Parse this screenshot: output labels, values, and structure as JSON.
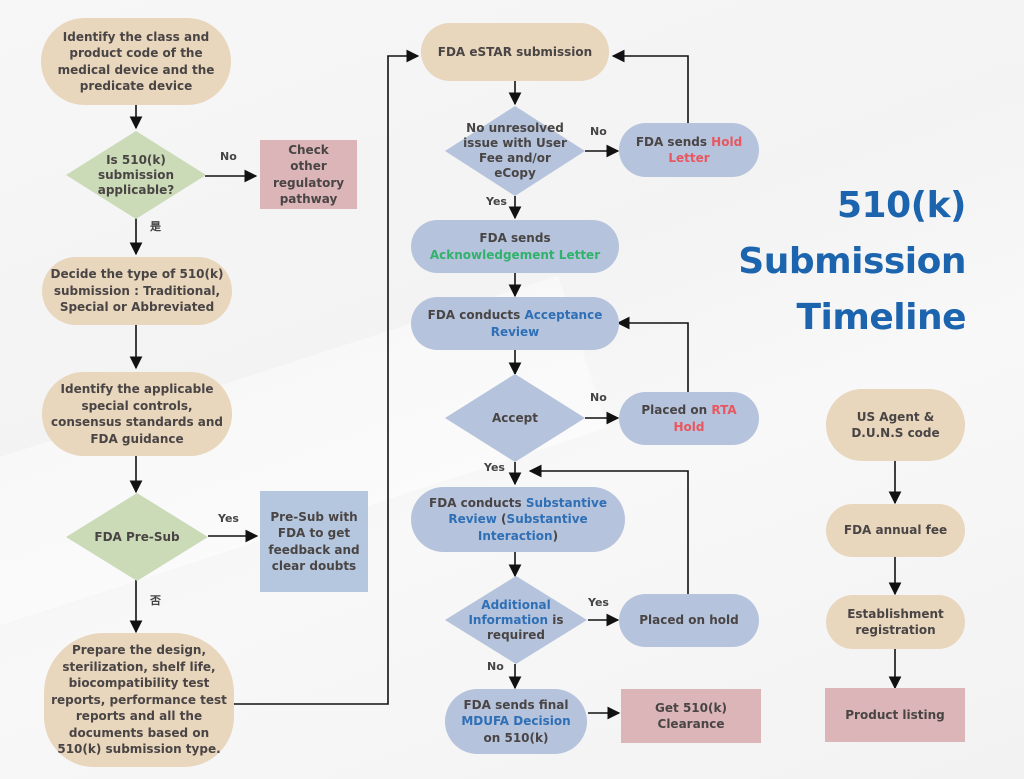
{
  "title": {
    "line1": "510(k)",
    "line2": "Submission",
    "line3": "Timeline",
    "color": "#1c64ad"
  },
  "colors": {
    "tan": "#e8d6bd",
    "blue": "#b5c3dc",
    "pink": "#dbb5b8",
    "green": "#cbdbb7",
    "highlight_red": "#e8575f",
    "highlight_green": "#2fb36a",
    "highlight_blue": "#2f6fb5"
  },
  "left_column": {
    "identify_class": "Identify the class and product code of the medical device and the predicate device",
    "is_510k_applicable": "Is 510(k) submission applicable?",
    "no_label": "No",
    "check_other": "Check other regulatory pathway",
    "yes_label_cn": "是",
    "decide_type": "Decide the type of 510(k) submission : Traditional, Special or Abbreviated",
    "identify_controls": "Identify the applicable special controls, consensus standards and FDA guidance",
    "presub_question": "FDA Pre-Sub",
    "yes_label": "Yes",
    "presub_box": "Pre-Sub with FDA to get feedback and clear doubts",
    "no_label_cn": "否",
    "prepare_docs": "Prepare the design, sterilization, shelf life, biocompatibility test reports, performance test reports and all the documents based on 510(k) submission type."
  },
  "middle_column": {
    "estar": "FDA eSTAR submission",
    "user_fee_question": "No unresolved issue with User Fee and/or eCopy",
    "no1": "No",
    "hold_letter_prefix": "FDA sends ",
    "hold_letter_highlight": "Hold Letter",
    "yes1": "Yes",
    "ack_prefix": "FDA sends",
    "ack_highlight": "Acknowledgement Letter",
    "acceptance_prefix": "FDA conducts ",
    "acceptance_highlight": "Acceptance Review",
    "accept_question": "Accept",
    "no2": "No",
    "rta_prefix": "Placed on ",
    "rta_highlight": "RTA Hold",
    "yes2": "Yes",
    "substantive_prefix": "FDA conducts ",
    "substantive_highlight1": "Substantive Review",
    "substantive_mid": " (",
    "substantive_highlight2": "Substantive Interaction",
    "substantive_suffix": ")",
    "addinfo_highlight": "Additional Information",
    "addinfo_suffix": " is required",
    "yes3": "Yes",
    "placed_on_hold": "Placed on hold",
    "no3": "No",
    "mdufa_prefix": "FDA sends final ",
    "mdufa_highlight": "MDUFA Decision",
    "mdufa_suffix": " on 510(k)",
    "clearance": "Get 510(k) Clearance"
  },
  "right_column": {
    "us_agent": "US Agent & D.U.N.S code",
    "annual_fee": "FDA annual fee",
    "establishment": "Establishment registration",
    "product_listing": "Product listing"
  }
}
